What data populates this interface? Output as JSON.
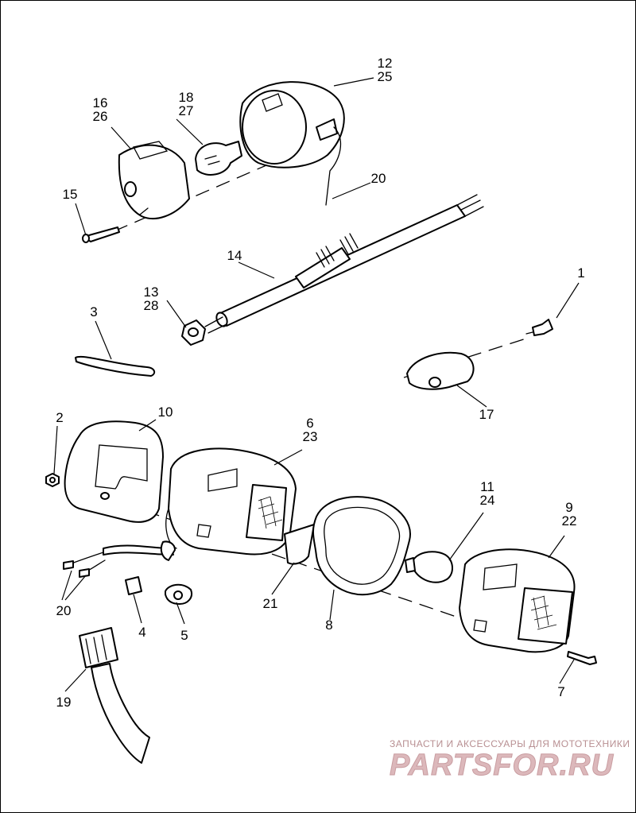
{
  "diagram": {
    "callouts": [
      {
        "id": "c1",
        "lines": [
          "1"
        ]
      },
      {
        "id": "c2",
        "lines": [
          "2"
        ]
      },
      {
        "id": "c3",
        "lines": [
          "3"
        ]
      },
      {
        "id": "c4",
        "lines": [
          "4"
        ]
      },
      {
        "id": "c5",
        "lines": [
          "5"
        ]
      },
      {
        "id": "c6",
        "lines": [
          "6",
          "23"
        ]
      },
      {
        "id": "c7",
        "lines": [
          "7"
        ]
      },
      {
        "id": "c8",
        "lines": [
          "8"
        ]
      },
      {
        "id": "c9",
        "lines": [
          "9",
          "22"
        ]
      },
      {
        "id": "c10",
        "lines": [
          "10"
        ]
      },
      {
        "id": "c11",
        "lines": [
          "11",
          "24"
        ]
      },
      {
        "id": "c12",
        "lines": [
          "12",
          "25"
        ]
      },
      {
        "id": "c13",
        "lines": [
          "13",
          "28"
        ]
      },
      {
        "id": "c14",
        "lines": [
          "14"
        ]
      },
      {
        "id": "c15",
        "lines": [
          "15"
        ]
      },
      {
        "id": "c16",
        "lines": [
          "16",
          "26"
        ]
      },
      {
        "id": "c17",
        "lines": [
          "17"
        ]
      },
      {
        "id": "c18",
        "lines": [
          "18",
          "27"
        ]
      },
      {
        "id": "c19",
        "lines": [
          "19"
        ]
      },
      {
        "id": "c20a",
        "lines": [
          "20"
        ]
      },
      {
        "id": "c20b",
        "lines": [
          "20"
        ]
      },
      {
        "id": "c21",
        "lines": [
          "21"
        ]
      }
    ]
  },
  "watermark": {
    "tagline": "ЗАПЧАСТИ И АКСЕССУАРЫ ДЛЯ МОТОТЕХНИКИ",
    "brand": "PARTSFOR.RU"
  }
}
